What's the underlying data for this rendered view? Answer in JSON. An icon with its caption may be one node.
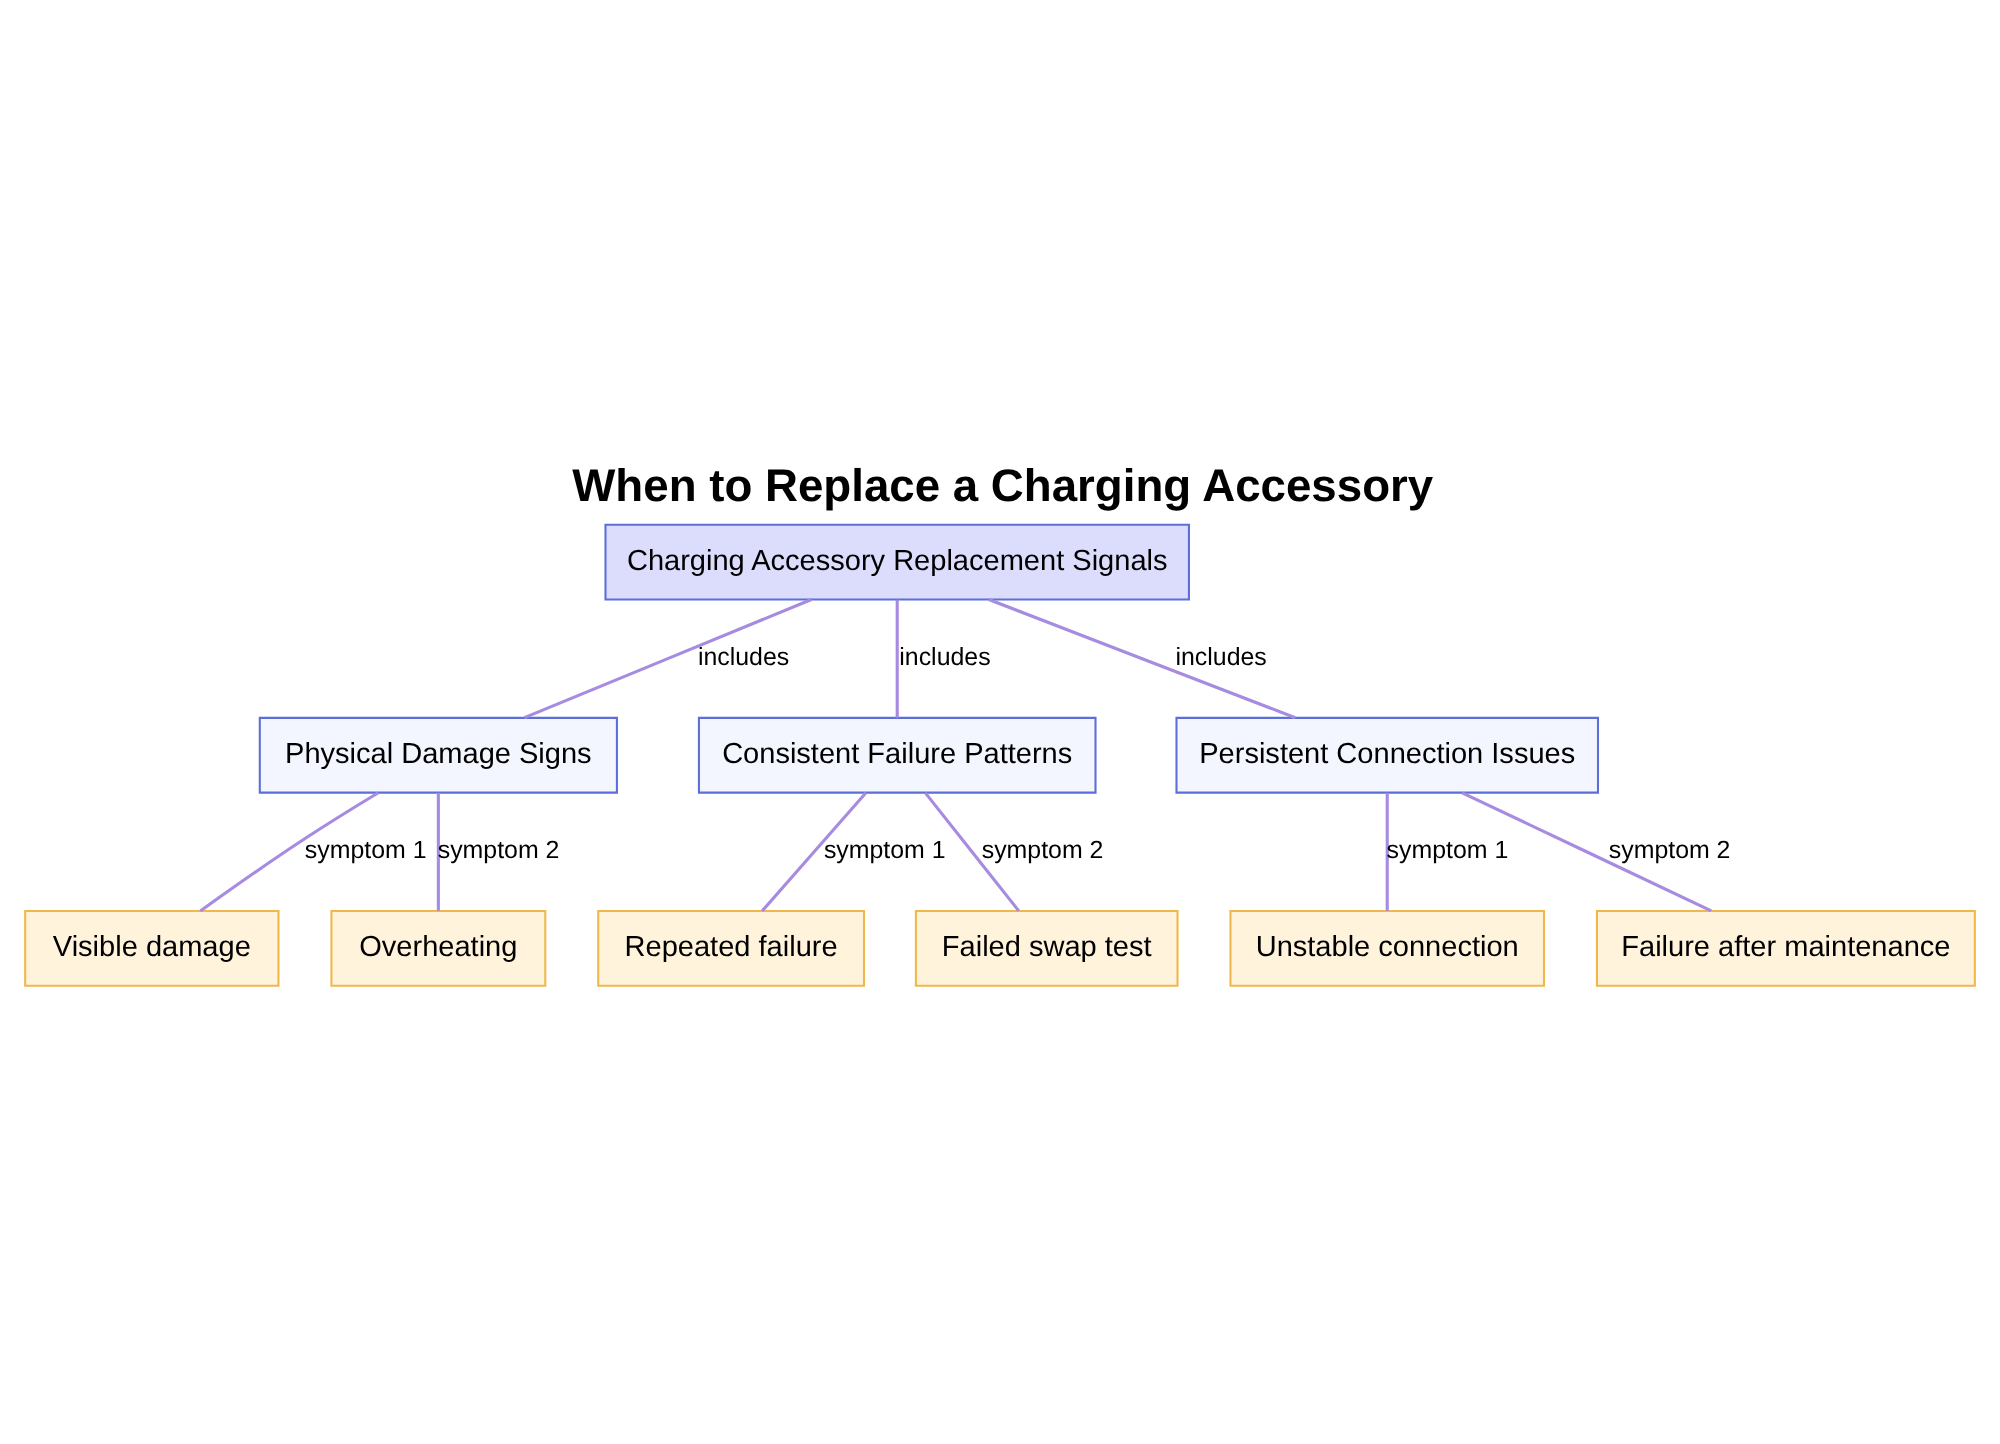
{
  "diagram": {
    "title": "When to Replace a Charging Accessory",
    "nodes": [
      {
        "text": [
          "Charging Accessory Replacement Signals"
        ]
      },
      {
        "text": [
          "Physical Damage Signs"
        ]
      },
      {
        "text": [
          "Consistent Failure Patterns"
        ]
      },
      {
        "text": [
          "Persistent Connection Issues"
        ]
      },
      {
        "text": [
          "Visible damage"
        ]
      },
      {
        "text": [
          "Overheating"
        ]
      },
      {
        "text": [
          "Repeated failure"
        ]
      },
      {
        "text": [
          "Failed swap test"
        ]
      },
      {
        "text": [
          "Unstable connection"
        ]
      },
      {
        "text": [
          "Failure after maintenance"
        ]
      }
    ],
    "edges": [
      {
        "from": 0,
        "to": 1,
        "arrow": "none",
        "label": "includes"
      },
      {
        "from": 0,
        "to": 2,
        "arrow": "none",
        "label": "includes"
      },
      {
        "from": 0,
        "to": 3,
        "arrow": "none",
        "label": "includes"
      },
      {
        "from": 1,
        "to": 4,
        "arrow": "none",
        "label": "symptom 1"
      },
      {
        "from": 1,
        "to": 5,
        "arrow": "none",
        "label": "symptom 2"
      },
      {
        "from": 2,
        "to": 6,
        "arrow": "none",
        "label": "symptom 1"
      },
      {
        "from": 2,
        "to": 7,
        "arrow": "none",
        "label": "symptom 2"
      },
      {
        "from": 3,
        "to": 8,
        "arrow": "none",
        "label": "symptom 1"
      },
      {
        "from": 3,
        "to": 9,
        "arrow": "none",
        "label": "symptom 2"
      }
    ]
  }
}
